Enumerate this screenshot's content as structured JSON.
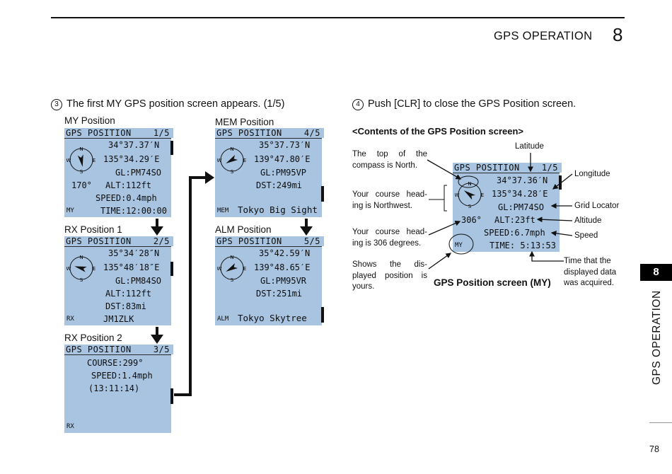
{
  "header": {
    "title": "GPS OPERATION",
    "chapter": "8"
  },
  "step3": {
    "num": "3",
    "text": "The first MY GPS position screen appears. (1/5)"
  },
  "step4": {
    "num": "4",
    "text": "Push [CLR] to close the GPS Position screen."
  },
  "screen_title": "GPS POSITION",
  "screens": {
    "my": {
      "label": "MY Position",
      "page": "1/5",
      "lat": "34°37.37′N",
      "lon": "135°34.29′E",
      "gl": "GL:PM74SO",
      "alt": "ALT:112ft",
      "speed": "SPEED:0.4mph",
      "time": "TIME:12:00:00",
      "course": "170°",
      "tag": "MY"
    },
    "rx1": {
      "label": "RX Position 1",
      "page": "2/5",
      "lat": "35°34′28″N",
      "lon": "135°48′18″E",
      "gl": "GL:PM84SO",
      "alt": "ALT:112ft",
      "dst": "DST:83mi",
      "call": "JM1ZLK",
      "tag": "RX"
    },
    "rx2": {
      "label": "RX Position 2",
      "page": "3/5",
      "course": "COURSE:299°",
      "speed": "SPEED:1.4mph",
      "time": "(13:11:14)",
      "tag": "RX"
    },
    "mem": {
      "label": "MEM Position",
      "page": "4/5",
      "lat": "35°37.73′N",
      "lon": "139°47.80′E",
      "gl": "GL:PM95VP",
      "dst": "DST:249mi",
      "tag": "MEM",
      "name": "Tokyo Big Sight"
    },
    "alm": {
      "label": "ALM Position",
      "page": "5/5",
      "lat": "35°42.59′N",
      "lon": "139°48.65′E",
      "gl": "GL:PM95VR",
      "dst": "DST:251mi",
      "tag": "ALM",
      "name": "Tokyo Skytree"
    }
  },
  "contents": {
    "heading": "<Contents of the GPS Position screen>",
    "caption": "GPS Position screen (MY)",
    "screen": {
      "page": "1/5",
      "lat": "34°37.36′N",
      "lon": "135°34.28′E",
      "gl": "GL:PM74SO",
      "alt": "ALT:23ft",
      "speed": "SPEED:6.7mph",
      "time": "TIME: 5:13:53",
      "course": "306°",
      "tag": "MY"
    },
    "left_annotations": [
      [
        "The top of the",
        "compass is North."
      ],
      [
        "Your course head-",
        "ing is Northwest."
      ],
      [
        "Your course head-",
        "ing is 306 degrees."
      ],
      [
        "Shows the dis-",
        "played position is",
        "yours."
      ]
    ],
    "right_annotations": {
      "latitude": "Latitude",
      "longitude": "Longitude",
      "grid": "Grid Locator",
      "altitude": "Altitude",
      "speed": "Speed",
      "time": [
        "Time that the",
        "displayed data",
        "was acquired."
      ]
    }
  },
  "sidebar": {
    "chapter": "8",
    "title": "GPS OPERATION"
  },
  "page_number": "78"
}
